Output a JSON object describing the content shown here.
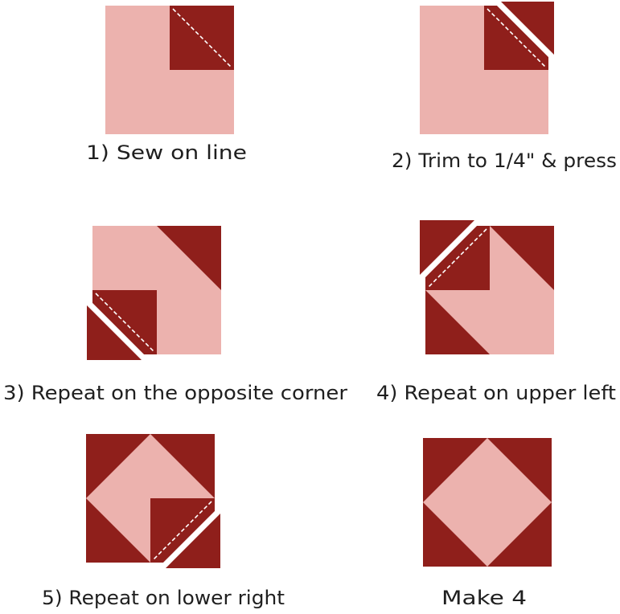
{
  "colors": {
    "light_fabric": "#ECB2AE",
    "dark_fabric": "#8F1F1B",
    "stitch_line": "#FFFFFF",
    "page_background": "#FFFFFF",
    "label_text": "#1F1F1F"
  },
  "steps": [
    {
      "label": "1) Sew on line"
    },
    {
      "label": "2) Trim to 1/4\" & press"
    },
    {
      "label": "3) Repeat on the opposite corner"
    },
    {
      "label": "4) Repeat on upper left"
    },
    {
      "label": "5) Repeat on lower right"
    },
    {
      "label": "Make 4"
    }
  ]
}
